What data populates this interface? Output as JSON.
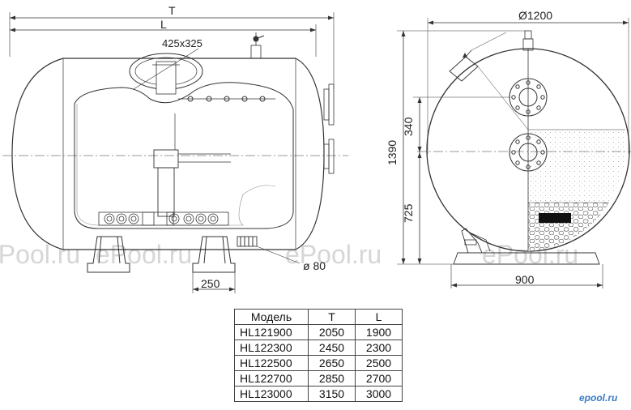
{
  "dimensions": {
    "total_length": "T",
    "body_length": "L",
    "manhole": "425x325",
    "diameter": "Ø1200",
    "height": "1390",
    "upper_offset": "340",
    "lower_offset": "725",
    "leg_width": "250",
    "drain_diameter": "ø 80",
    "base_width": "900"
  },
  "watermark": "ePool.ru",
  "brand": "epool.ru",
  "spec_table": {
    "headers": [
      "Модель",
      "T",
      "L"
    ],
    "rows": [
      [
        "HL121900",
        "2050",
        "1900"
      ],
      [
        "HL122300",
        "2450",
        "2300"
      ],
      [
        "HL122500",
        "2650",
        "2500"
      ],
      [
        "HL122700",
        "2850",
        "2700"
      ],
      [
        "HL123000",
        "3150",
        "3000"
      ]
    ]
  }
}
